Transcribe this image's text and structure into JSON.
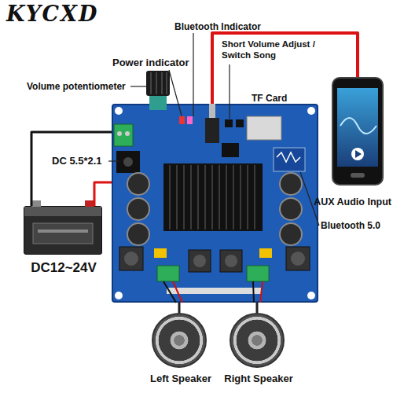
{
  "diagram": {
    "nodes": [
      {
        "text": [
          "DC12~24V"
        ]
      },
      {
        "text": [
          "TF Card"
        ]
      },
      {
        "text": [
          "AUX Audio Input"
        ]
      },
      {
        "text": [
          "Left Speaker"
        ]
      },
      {
        "text": [
          "Right Speaker"
        ]
      }
    ],
    "edges": [
      {
        "from": 0,
        "to": 1,
        "arrow": "none"
      },
      {
        "from": 0,
        "to": 1,
        "arrow": "none"
      },
      {
        "from": 2,
        "to": 1,
        "arrow": "none"
      },
      {
        "from": 1,
        "to": 3,
        "arrow": "none"
      },
      {
        "from": 1,
        "to": 4,
        "arrow": "none"
      }
    ],
    "labels": [
      "KYCXD",
      "Bluetooth Indicator",
      "Short Volume Adjust / Switch Song",
      "Power indicator",
      "Volume potentiometer",
      "DC 5.5*2.1",
      "Bluetooth 5.0"
    ]
  }
}
